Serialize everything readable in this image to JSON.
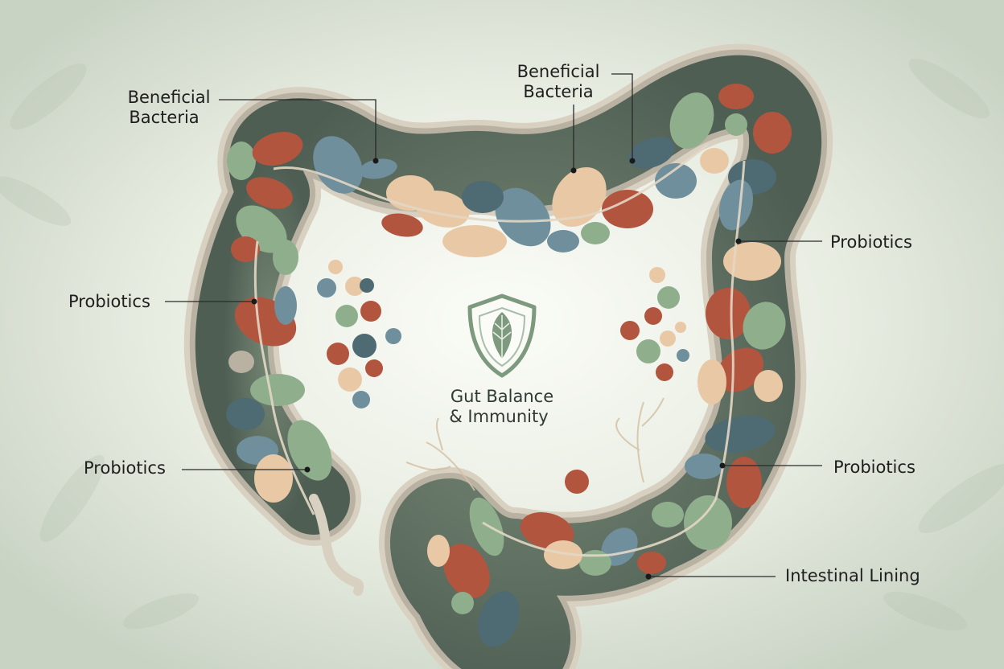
{
  "center": {
    "line1": "Gut Balance",
    "line2": "& Immunity",
    "icon": "leaf-shield-icon"
  },
  "labels": {
    "beneficial_left": {
      "line1": "Beneficial",
      "line2": "Bacteria"
    },
    "beneficial_top": {
      "line1": "Beneficial",
      "line2": "Bacteria"
    },
    "probiotics_right_top": "Probiotics",
    "probiotics_left_mid": "Probiotics",
    "probiotics_left_low": "Probiotics",
    "probiotics_right_low": "Probiotics",
    "intestinal_lining": "Intestinal Lining"
  },
  "colors": {
    "background": "#dfe5d8",
    "intestine_wall": "#d9d2c3",
    "intestine_inner": "#5f6f60",
    "bacteria_red": "#b2553f",
    "bacteria_green": "#8fae8c",
    "bacteria_blue": "#6f8f9c",
    "bacteria_cream": "#e9c9a5",
    "shield_green": "#7d9a7f"
  }
}
